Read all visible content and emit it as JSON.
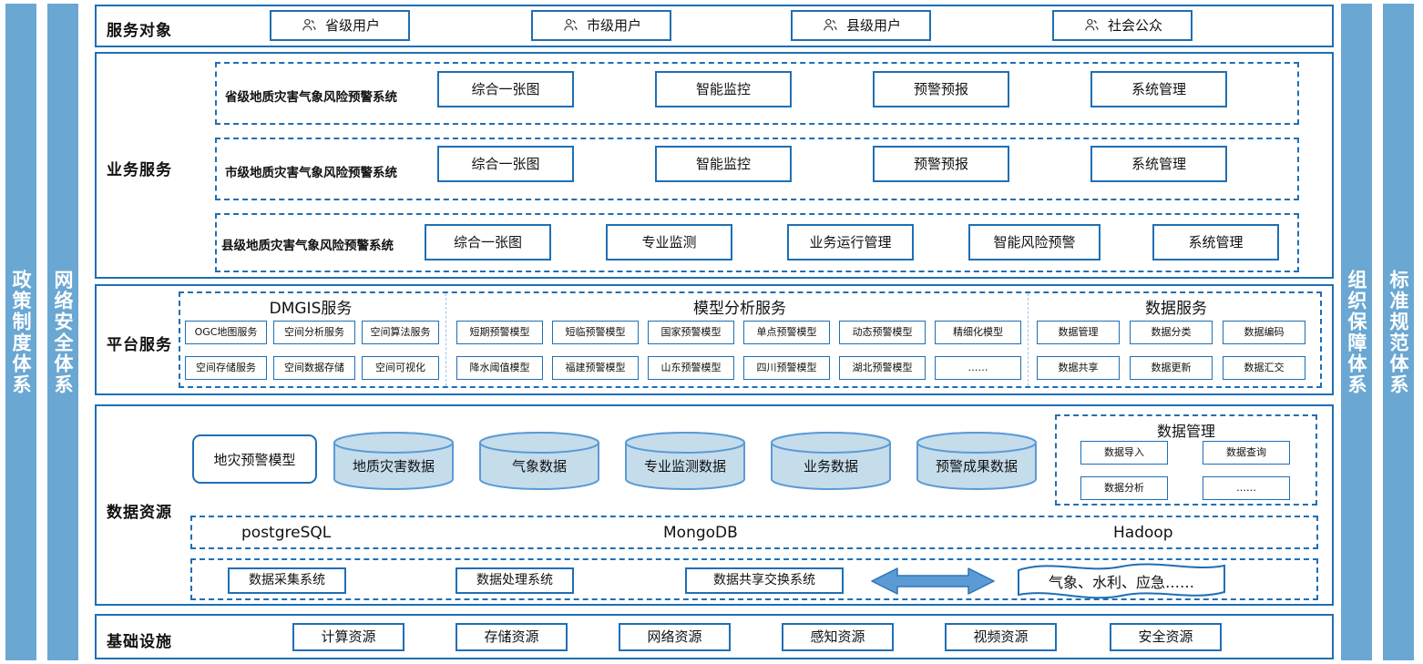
{
  "theme": {
    "pillar_fill": "#6AA7D3",
    "frame_blue": "#1F6FB5",
    "cylinder_fill": "#C5DCEB",
    "cylinder_stroke": "#5B9BD5",
    "arrow_fill": "#5B9BD5",
    "dashed_light": "#9DC3E6"
  },
  "pillars": [
    {
      "label": "政策制度体系"
    },
    {
      "label": "网络安全体系"
    },
    {
      "label": "组织保障体系"
    },
    {
      "label": "标准规范体系"
    }
  ],
  "service_object": {
    "label": "服务对象",
    "icon": "person-icon",
    "users": [
      {
        "label": "省级用户"
      },
      {
        "label": "市级用户"
      },
      {
        "label": "县级用户"
      },
      {
        "label": "社会公众"
      }
    ]
  },
  "business_service": {
    "label": "业务服务",
    "rows": [
      {
        "system": "省级地质灾害气象风险预警系统",
        "modules": [
          "综合一张图",
          "智能监控",
          "预警预报",
          "系统管理"
        ]
      },
      {
        "system": "市级地质灾害气象风险预警系统",
        "modules": [
          "综合一张图",
          "智能监控",
          "预警预报",
          "系统管理"
        ]
      },
      {
        "system": "县级地质灾害气象风险预警系统",
        "modules": [
          "综合一张图",
          "专业监测",
          "业务运行管理",
          "智能风险预警",
          "系统管理"
        ]
      }
    ]
  },
  "platform_service": {
    "label": "平台服务",
    "groups": [
      {
        "title": "DMGIS服务",
        "row1": [
          "OGC地图服务",
          "空间分析服务",
          "空间算法服务"
        ],
        "row2": [
          "空间存储服务",
          "空间数据存储",
          "空间可视化"
        ]
      },
      {
        "title": "模型分析服务",
        "row1": [
          "短期预警模型",
          "短临预警模型",
          "国家预警模型",
          "单点预警模型",
          "动态预警模型",
          "精细化模型"
        ],
        "row2": [
          "降水阈值模型",
          "福建预警模型",
          "山东预警模型",
          "四川预警模型",
          "湖北预警模型",
          "……"
        ]
      },
      {
        "title": "数据服务",
        "row1": [
          "数据管理",
          "数据分类",
          "数据编码"
        ],
        "row2": [
          "数据共享",
          "数据更新",
          "数据汇交"
        ]
      }
    ]
  },
  "data_resource": {
    "label": "数据资源",
    "model_box": "地灾预警模型",
    "cylinders": [
      {
        "label": "地质灾害数据"
      },
      {
        "label": "气象数据"
      },
      {
        "label": "专业监测数据"
      },
      {
        "label": "业务数据"
      },
      {
        "label": "预警成果数据"
      }
    ],
    "data_management": {
      "title": "数据管理",
      "items": [
        "数据导入",
        "数据查询",
        "数据分析",
        "……"
      ]
    },
    "databases": [
      "postgreSQL",
      "MongoDB",
      "Hadoop"
    ],
    "systems": [
      "数据采集系统",
      "数据处理系统",
      "数据共享交换系统"
    ],
    "exchange_arrow": "double-arrow-icon",
    "external": "气象、水利、应急……"
  },
  "infrastructure": {
    "label": "基础设施",
    "items": [
      "计算资源",
      "存储资源",
      "网络资源",
      "感知资源",
      "视频资源",
      "安全资源"
    ]
  }
}
